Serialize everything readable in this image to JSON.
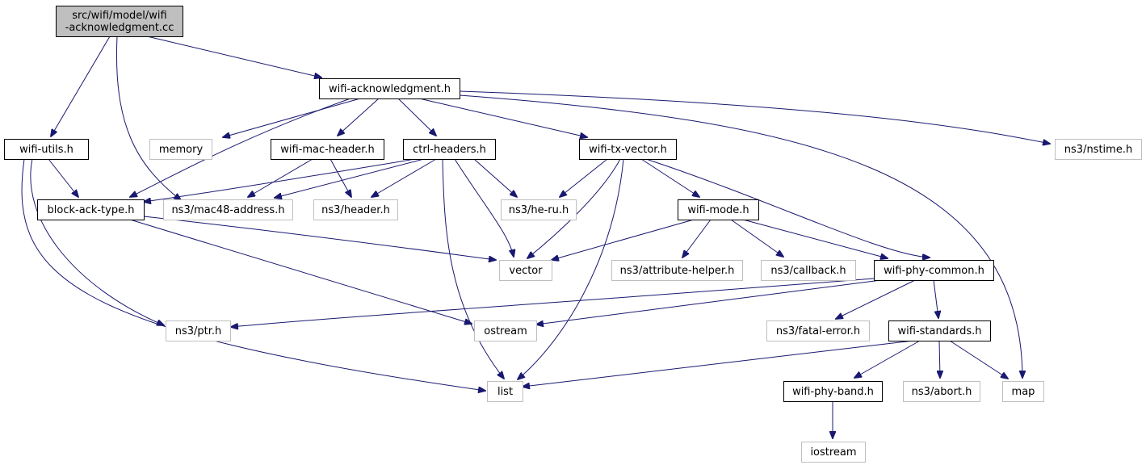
{
  "nodes": [
    {
      "id": "root",
      "label_lines": [
        "src/wifi/model/wifi",
        "-acknowledgment.cc"
      ],
      "style": "root"
    },
    {
      "id": "wifi_ack_h",
      "label_lines": [
        "wifi-acknowledgment.h"
      ],
      "style": "local"
    },
    {
      "id": "wifi_utils_h",
      "label_lines": [
        "wifi-utils.h"
      ],
      "style": "local"
    },
    {
      "id": "memory",
      "label_lines": [
        "memory"
      ],
      "style": "system"
    },
    {
      "id": "wifi_mac_header_h",
      "label_lines": [
        "wifi-mac-header.h"
      ],
      "style": "local"
    },
    {
      "id": "ctrl_headers_h",
      "label_lines": [
        "ctrl-headers.h"
      ],
      "style": "local"
    },
    {
      "id": "wifi_tx_vector_h",
      "label_lines": [
        "wifi-tx-vector.h"
      ],
      "style": "local"
    },
    {
      "id": "nstime_h",
      "label_lines": [
        "ns3/nstime.h"
      ],
      "style": "system"
    },
    {
      "id": "block_ack_type_h",
      "label_lines": [
        "block-ack-type.h"
      ],
      "style": "local"
    },
    {
      "id": "mac48_h",
      "label_lines": [
        "ns3/mac48-address.h"
      ],
      "style": "system"
    },
    {
      "id": "header_h",
      "label_lines": [
        "ns3/header.h"
      ],
      "style": "system"
    },
    {
      "id": "he_ru_h",
      "label_lines": [
        "ns3/he-ru.h"
      ],
      "style": "system"
    },
    {
      "id": "wifi_mode_h",
      "label_lines": [
        "wifi-mode.h"
      ],
      "style": "local"
    },
    {
      "id": "vector",
      "label_lines": [
        "vector"
      ],
      "style": "system"
    },
    {
      "id": "attribute_helper_h",
      "label_lines": [
        "ns3/attribute-helper.h"
      ],
      "style": "system"
    },
    {
      "id": "callback_h",
      "label_lines": [
        "ns3/callback.h"
      ],
      "style": "system"
    },
    {
      "id": "wifi_phy_common_h",
      "label_lines": [
        "wifi-phy-common.h"
      ],
      "style": "local"
    },
    {
      "id": "ptr_h",
      "label_lines": [
        "ns3/ptr.h"
      ],
      "style": "system"
    },
    {
      "id": "ostream",
      "label_lines": [
        "ostream"
      ],
      "style": "system"
    },
    {
      "id": "fatal_error_h",
      "label_lines": [
        "ns3/fatal-error.h"
      ],
      "style": "system"
    },
    {
      "id": "wifi_standards_h",
      "label_lines": [
        "wifi-standards.h"
      ],
      "style": "local"
    },
    {
      "id": "list",
      "label_lines": [
        "list"
      ],
      "style": "system"
    },
    {
      "id": "wifi_phy_band_h",
      "label_lines": [
        "wifi-phy-band.h"
      ],
      "style": "local"
    },
    {
      "id": "abort_h",
      "label_lines": [
        "ns3/abort.h"
      ],
      "style": "system"
    },
    {
      "id": "map",
      "label_lines": [
        "map"
      ],
      "style": "system"
    },
    {
      "id": "iostream",
      "label_lines": [
        "iostream"
      ],
      "style": "system"
    }
  ],
  "edges": [
    {
      "from": "root",
      "to": "wifi_ack_h"
    },
    {
      "from": "root",
      "to": "wifi_utils_h"
    },
    {
      "from": "root",
      "to": "mac48_h"
    },
    {
      "from": "wifi_ack_h",
      "to": "memory"
    },
    {
      "from": "wifi_ack_h",
      "to": "wifi_mac_header_h"
    },
    {
      "from": "wifi_ack_h",
      "to": "ctrl_headers_h"
    },
    {
      "from": "wifi_ack_h",
      "to": "wifi_tx_vector_h"
    },
    {
      "from": "wifi_ack_h",
      "to": "nstime_h"
    },
    {
      "from": "wifi_ack_h",
      "to": "block_ack_type_h"
    },
    {
      "from": "wifi_ack_h",
      "to": "map"
    },
    {
      "from": "wifi_utils_h",
      "to": "block_ack_type_h"
    },
    {
      "from": "wifi_utils_h",
      "to": "ptr_h"
    },
    {
      "from": "wifi_utils_h",
      "to": "list"
    },
    {
      "from": "wifi_mac_header_h",
      "to": "mac48_h"
    },
    {
      "from": "wifi_mac_header_h",
      "to": "header_h"
    },
    {
      "from": "ctrl_headers_h",
      "to": "block_ack_type_h"
    },
    {
      "from": "ctrl_headers_h",
      "to": "mac48_h"
    },
    {
      "from": "ctrl_headers_h",
      "to": "header_h"
    },
    {
      "from": "ctrl_headers_h",
      "to": "he_ru_h"
    },
    {
      "from": "ctrl_headers_h",
      "to": "vector"
    },
    {
      "from": "ctrl_headers_h",
      "to": "list"
    },
    {
      "from": "wifi_tx_vector_h",
      "to": "he_ru_h"
    },
    {
      "from": "wifi_tx_vector_h",
      "to": "wifi_mode_h"
    },
    {
      "from": "wifi_tx_vector_h",
      "to": "vector"
    },
    {
      "from": "wifi_tx_vector_h",
      "to": "wifi_phy_common_h"
    },
    {
      "from": "wifi_tx_vector_h",
      "to": "list"
    },
    {
      "from": "block_ack_type_h",
      "to": "vector"
    },
    {
      "from": "block_ack_type_h",
      "to": "ostream"
    },
    {
      "from": "wifi_mode_h",
      "to": "vector"
    },
    {
      "from": "wifi_mode_h",
      "to": "attribute_helper_h"
    },
    {
      "from": "wifi_mode_h",
      "to": "callback_h"
    },
    {
      "from": "wifi_mode_h",
      "to": "wifi_phy_common_h"
    },
    {
      "from": "wifi_phy_common_h",
      "to": "ptr_h"
    },
    {
      "from": "wifi_phy_common_h",
      "to": "ostream"
    },
    {
      "from": "wifi_phy_common_h",
      "to": "fatal_error_h"
    },
    {
      "from": "wifi_phy_common_h",
      "to": "wifi_standards_h"
    },
    {
      "from": "wifi_standards_h",
      "to": "list"
    },
    {
      "from": "wifi_standards_h",
      "to": "wifi_phy_band_h"
    },
    {
      "from": "wifi_standards_h",
      "to": "abort_h"
    },
    {
      "from": "wifi_standards_h",
      "to": "map"
    },
    {
      "from": "wifi_phy_band_h",
      "to": "iostream"
    }
  ]
}
